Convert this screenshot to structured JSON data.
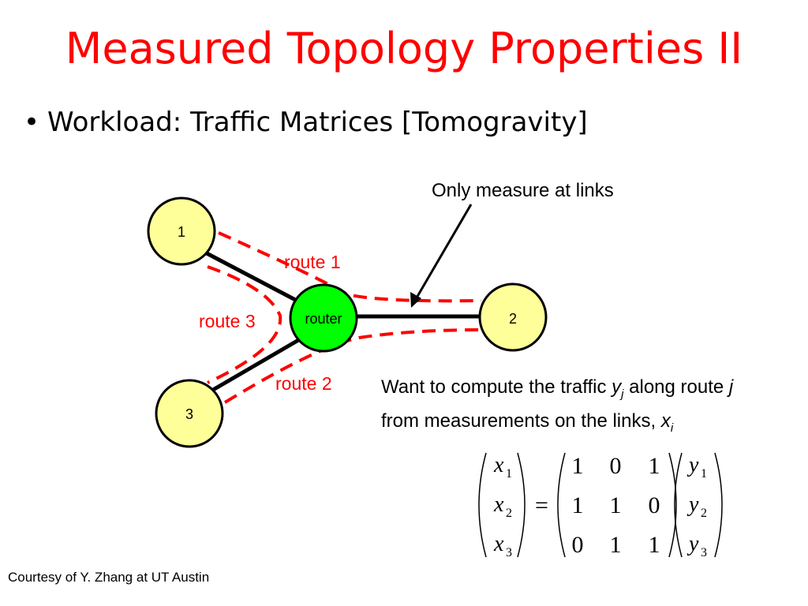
{
  "title": "Measured Topology Properties II",
  "bullet": {
    "marker": "•",
    "text": "Workload: Traffic Matrices [Tomogravity]"
  },
  "diagram": {
    "callout": "Only measure at links",
    "nodes": {
      "n1": "1",
      "n2": "2",
      "n3": "3",
      "router": "router"
    },
    "routes": {
      "r1": "route 1",
      "r2": "route 2",
      "r3": "route 3"
    },
    "colors": {
      "node_fill": "#ffff99",
      "router_fill": "#00ff00",
      "route_line": "#ff0000",
      "link_line": "#000000"
    }
  },
  "note": {
    "part1": "Want to compute the traffic ",
    "yj_var": "y",
    "yj_sub": "j",
    "part2": " along route ",
    "j_var": "j",
    "part3": "  from measurements on the links, ",
    "xi_var": "x",
    "xi_sub": "i"
  },
  "matrix": {
    "x": [
      {
        "var": "x",
        "sub": "1"
      },
      {
        "var": "x",
        "sub": "2"
      },
      {
        "var": "x",
        "sub": "3"
      }
    ],
    "eq": "=",
    "A": [
      [
        "1",
        "0",
        "1"
      ],
      [
        "1",
        "1",
        "0"
      ],
      [
        "0",
        "1",
        "1"
      ]
    ],
    "y": [
      {
        "var": "y",
        "sub": "1"
      },
      {
        "var": "y",
        "sub": "2"
      },
      {
        "var": "y",
        "sub": "3"
      }
    ]
  },
  "courtesy": "Courtesy of Y. Zhang at UT Austin"
}
